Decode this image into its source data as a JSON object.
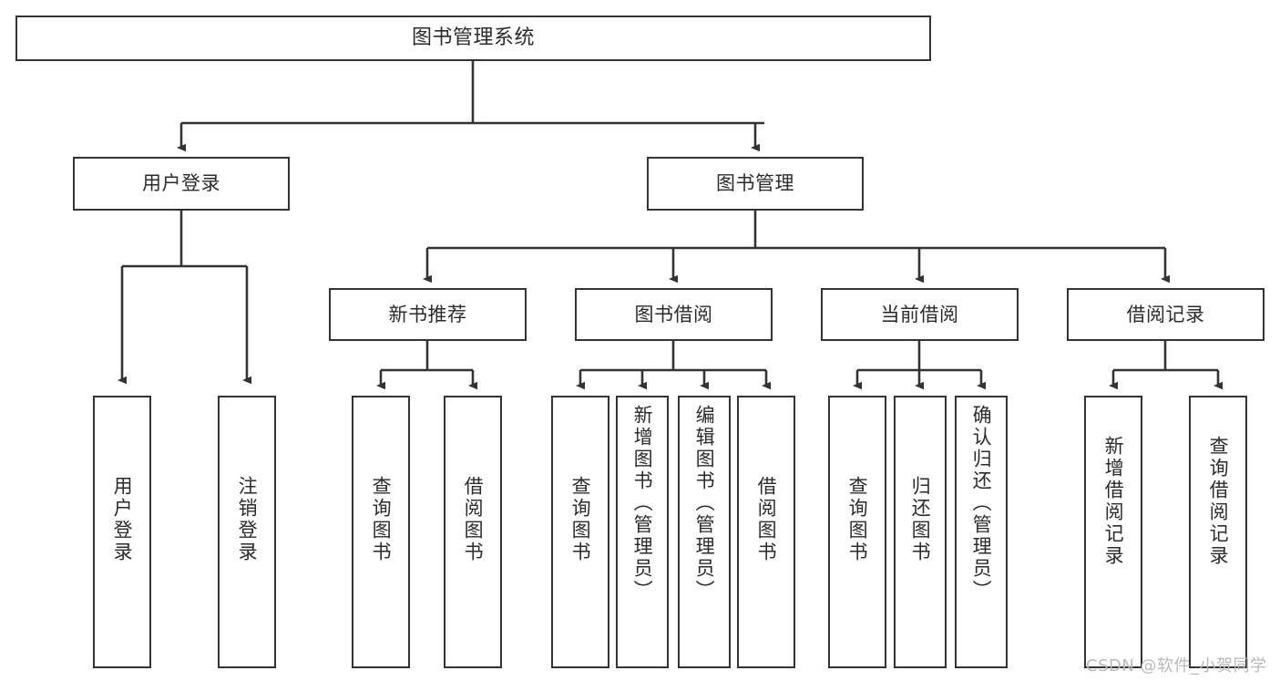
{
  "diagram": {
    "title": "图书管理系统",
    "type": "tree-hierarchy-chart",
    "colors": {
      "node_border": "#333333",
      "node_fill": "#ffffff",
      "edge": "#333333",
      "text": "#2b2b2b",
      "watermark": "#b9b9b9"
    },
    "watermark": "CSDN @软件_小贺同学"
  },
  "nodes": {
    "root": {
      "label": "图书管理系统"
    },
    "level2": [
      {
        "id": "user-login",
        "label": "用户登录"
      },
      {
        "id": "book-management",
        "label": "图书管理"
      }
    ],
    "level3": [
      {
        "id": "new-book-recommend",
        "label": "新书推荐"
      },
      {
        "id": "book-borrow",
        "label": "图书借阅"
      },
      {
        "id": "current-borrow",
        "label": "当前借阅"
      },
      {
        "id": "borrow-record",
        "label": "借阅记录"
      }
    ],
    "leaves": [
      {
        "id": "leaf-user-login",
        "label": "用户登录",
        "parent": "user-login"
      },
      {
        "id": "leaf-logout",
        "label": "注销登录",
        "parent": "user-login"
      },
      {
        "id": "leaf-query-book-1",
        "label": "查询图书",
        "parent": "new-book-recommend"
      },
      {
        "id": "leaf-borrow-book-1",
        "label": "借阅图书",
        "parent": "new-book-recommend"
      },
      {
        "id": "leaf-query-book-2",
        "label": "查询图书",
        "parent": "book-borrow"
      },
      {
        "id": "leaf-add-book",
        "label": "新增图书（管理员）",
        "parent": "book-borrow"
      },
      {
        "id": "leaf-edit-book",
        "label": "编辑图书（管理员）",
        "parent": "book-borrow"
      },
      {
        "id": "leaf-borrow-book-2",
        "label": "借阅图书",
        "parent": "book-borrow"
      },
      {
        "id": "leaf-query-book-3",
        "label": "查询图书",
        "parent": "current-borrow"
      },
      {
        "id": "leaf-return-book",
        "label": "归还图书",
        "parent": "current-borrow"
      },
      {
        "id": "leaf-confirm-return",
        "label": "确认归还（管理员）",
        "parent": "current-borrow"
      },
      {
        "id": "leaf-add-record",
        "label": "新增借阅记录",
        "parent": "borrow-record"
      },
      {
        "id": "leaf-query-record",
        "label": "查询借阅记录",
        "parent": "borrow-record"
      }
    ]
  }
}
